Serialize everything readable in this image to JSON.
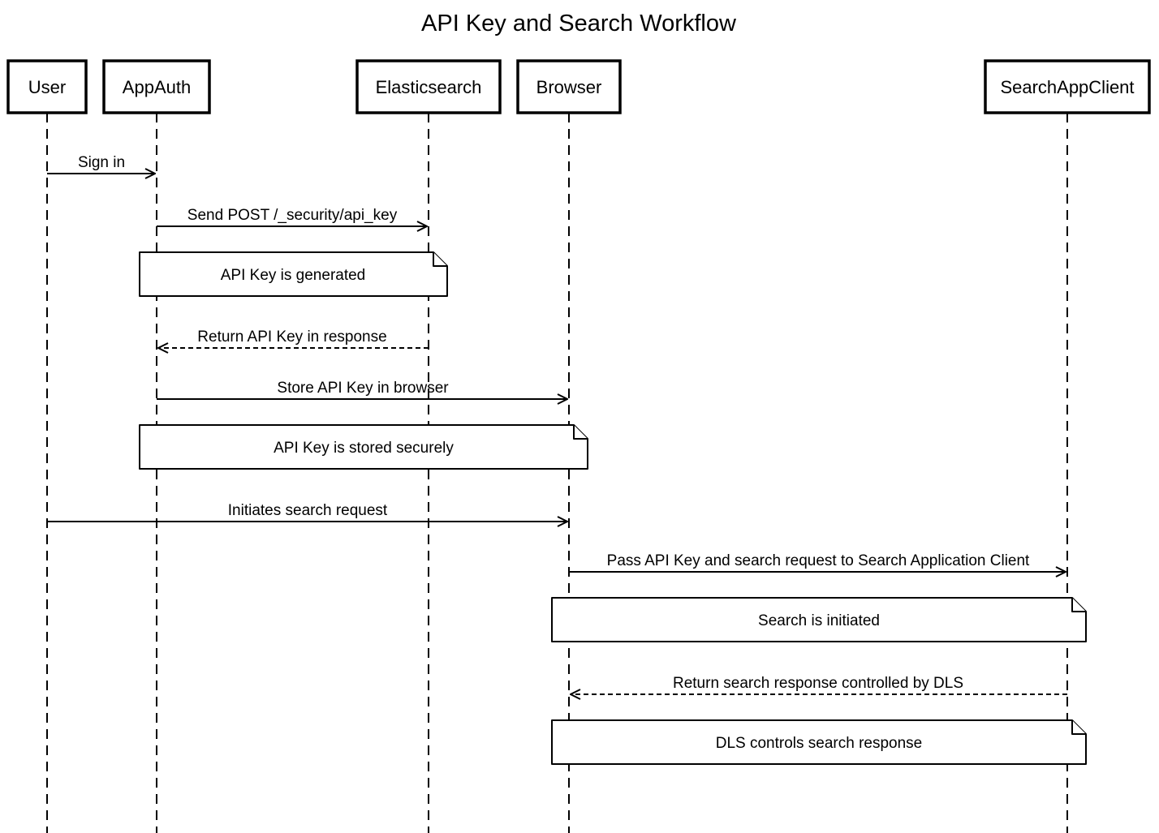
{
  "diagram": {
    "type": "sequence-diagram",
    "title": "API Key and Search Workflow",
    "colors": {
      "line": "#000000",
      "text": "#000000",
      "background": "#ffffff"
    },
    "participants": [
      {
        "label": "User"
      },
      {
        "label": "AppAuth"
      },
      {
        "label": "Elasticsearch"
      },
      {
        "label": "Browser"
      },
      {
        "label": "SearchAppClient"
      }
    ],
    "messages": [
      {
        "label": "Sign in",
        "from": "User",
        "to": "AppAuth",
        "line": "solid"
      },
      {
        "label": "Send POST /_security/api_key",
        "from": "AppAuth",
        "to": "Elasticsearch",
        "line": "solid"
      },
      {
        "label": "Return API Key in response",
        "from": "Elasticsearch",
        "to": "AppAuth",
        "line": "dashed"
      },
      {
        "label": "Store API Key in browser",
        "from": "AppAuth",
        "to": "Browser",
        "line": "solid"
      },
      {
        "label": "Initiates search request",
        "from": "User",
        "to": "Browser",
        "line": "solid"
      },
      {
        "label": "Pass API Key and search request to Search Application Client",
        "from": "Browser",
        "to": "SearchAppClient",
        "line": "solid"
      },
      {
        "label": "Return search response controlled by DLS",
        "from": "SearchAppClient",
        "to": "Browser",
        "line": "dashed"
      }
    ],
    "notes": [
      {
        "label": "API Key is generated",
        "over": [
          "AppAuth",
          "Elasticsearch"
        ]
      },
      {
        "label": "API Key is stored securely",
        "over": [
          "AppAuth",
          "Browser"
        ]
      },
      {
        "label": "Search is initiated",
        "over": [
          "Browser",
          "SearchAppClient"
        ]
      },
      {
        "label": "DLS controls search response",
        "over": [
          "Browser",
          "SearchAppClient"
        ]
      }
    ]
  }
}
